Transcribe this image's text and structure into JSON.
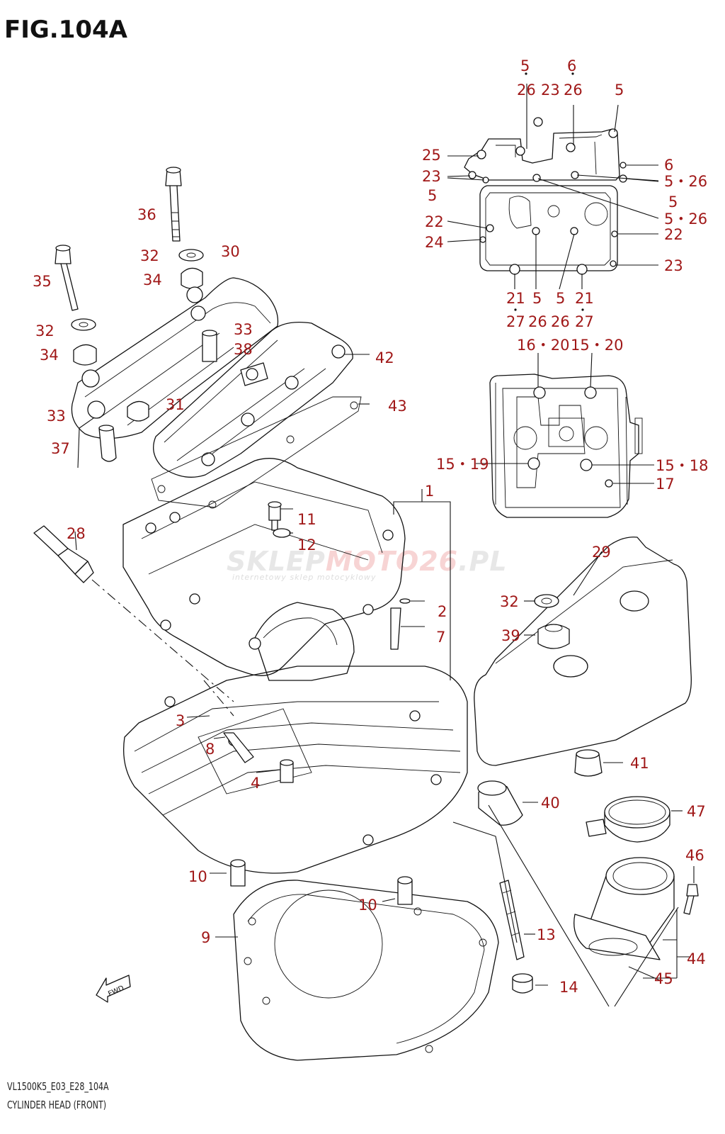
{
  "title": "FIG.104A",
  "footer": {
    "code": "VL1500K5_E03_E28_104A",
    "name": "CYLINDER HEAD (FRONT)"
  },
  "watermark": {
    "brand_a": "SKLEP",
    "brand_b": "MOTO",
    "brand_c": "26",
    "brand_d": ".PL",
    "tagline": "internetowy sklep motocyklowy"
  },
  "fwd_label": "FWD",
  "callouts": [
    {
      "id": "c5a",
      "text": "5"
    },
    {
      "id": "c6a",
      "text": "6"
    },
    {
      "id": "c26a",
      "text": "26"
    },
    {
      "id": "c23a",
      "text": "23"
    },
    {
      "id": "c26b",
      "text": "26"
    },
    {
      "id": "c5b",
      "text": "5"
    },
    {
      "id": "c25",
      "text": "25"
    },
    {
      "id": "c6b",
      "text": "6"
    },
    {
      "id": "c23b",
      "text": "23"
    },
    {
      "id": "c5_26a",
      "text": "5・26"
    },
    {
      "id": "c5c",
      "text": "5"
    },
    {
      "id": "c5d",
      "text": "5"
    },
    {
      "id": "c5_26b",
      "text": "5・26"
    },
    {
      "id": "c22a",
      "text": "22"
    },
    {
      "id": "c22b",
      "text": "22"
    },
    {
      "id": "c24",
      "text": "24"
    },
    {
      "id": "c23c",
      "text": "23"
    },
    {
      "id": "c21a",
      "text": "21"
    },
    {
      "id": "c5e",
      "text": "5"
    },
    {
      "id": "c5f",
      "text": "5"
    },
    {
      "id": "c21b",
      "text": "21"
    },
    {
      "id": "c27a",
      "text": "27"
    },
    {
      "id": "c26c",
      "text": "26"
    },
    {
      "id": "c26d",
      "text": "26"
    },
    {
      "id": "c27b",
      "text": "27"
    },
    {
      "id": "c16_20",
      "text": "16・20"
    },
    {
      "id": "c15_20",
      "text": "15・20"
    },
    {
      "id": "c15_19",
      "text": "15・19"
    },
    {
      "id": "c15_18",
      "text": "15・18"
    },
    {
      "id": "c17",
      "text": "17"
    },
    {
      "id": "c36",
      "text": "36"
    },
    {
      "id": "c32a",
      "text": "32"
    },
    {
      "id": "c30",
      "text": "30"
    },
    {
      "id": "c34a",
      "text": "34"
    },
    {
      "id": "c35",
      "text": "35"
    },
    {
      "id": "c32b",
      "text": "32"
    },
    {
      "id": "c33a",
      "text": "33"
    },
    {
      "id": "c38",
      "text": "38"
    },
    {
      "id": "c34b",
      "text": "34"
    },
    {
      "id": "c42",
      "text": "42"
    },
    {
      "id": "c43",
      "text": "43"
    },
    {
      "id": "c31",
      "text": "31"
    },
    {
      "id": "c33b",
      "text": "33"
    },
    {
      "id": "c37",
      "text": "37"
    },
    {
      "id": "c1",
      "text": "1"
    },
    {
      "id": "c28",
      "text": "28"
    },
    {
      "id": "c11",
      "text": "11"
    },
    {
      "id": "c12",
      "text": "12"
    },
    {
      "id": "c29",
      "text": "29"
    },
    {
      "id": "c32c",
      "text": "32"
    },
    {
      "id": "c2",
      "text": "2"
    },
    {
      "id": "c7",
      "text": "7"
    },
    {
      "id": "c39",
      "text": "39"
    },
    {
      "id": "c3",
      "text": "3"
    },
    {
      "id": "c8",
      "text": "8"
    },
    {
      "id": "c41",
      "text": "41"
    },
    {
      "id": "c4",
      "text": "4"
    },
    {
      "id": "c40",
      "text": "40"
    },
    {
      "id": "c47",
      "text": "47"
    },
    {
      "id": "c46",
      "text": "46"
    },
    {
      "id": "c10a",
      "text": "10"
    },
    {
      "id": "c10b",
      "text": "10"
    },
    {
      "id": "c9",
      "text": "9"
    },
    {
      "id": "c13",
      "text": "13"
    },
    {
      "id": "c44",
      "text": "44"
    },
    {
      "id": "c45",
      "text": "45"
    },
    {
      "id": "c14",
      "text": "14"
    }
  ]
}
